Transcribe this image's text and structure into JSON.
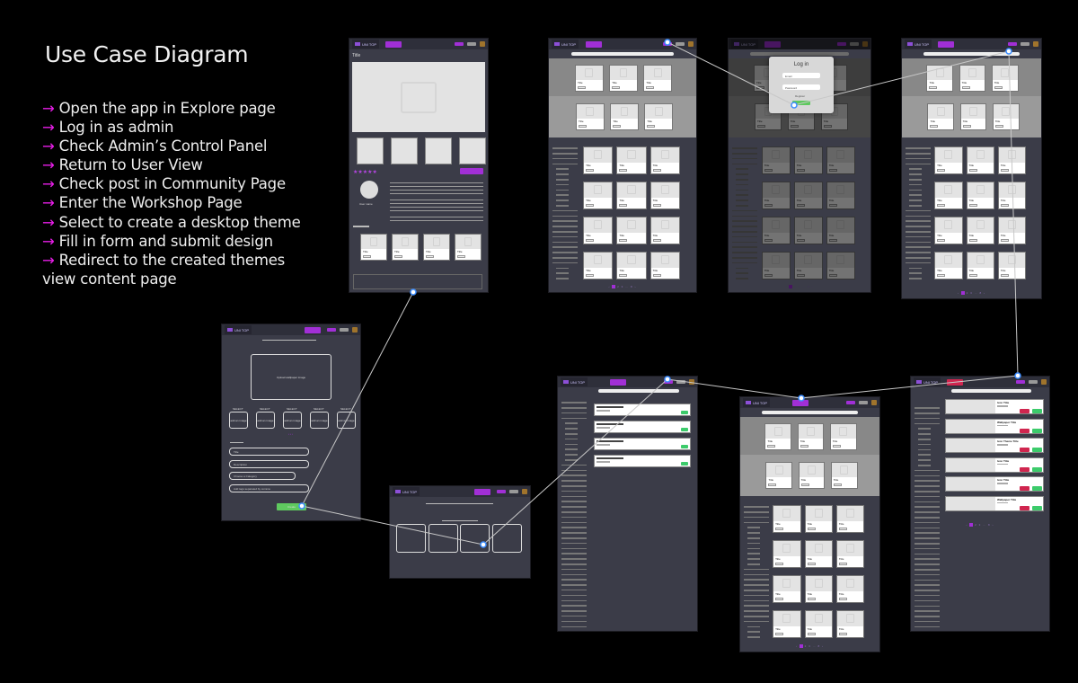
{
  "heading": "Use Case Diagram",
  "steps": [
    "Open the app in Explore page",
    "Log in as admin",
    "Check Admin’s Control Panel",
    "Return to User View",
    "Check post in Community Page",
    "Enter the Workshop Page",
    "Select to create a desktop theme",
    "Fill in form and submit design",
    "Redirect to the created themes view content page"
  ],
  "step_arrow": "→",
  "app": {
    "brand": "UNI TOP",
    "card_title": "Title"
  },
  "detail": {
    "title": "Title",
    "user_name": "User name"
  },
  "login": {
    "title": "Log in",
    "email": "Email",
    "password": "Password",
    "register": "Register"
  },
  "create": {
    "upload": "Upload wallpaper image",
    "slot_label": "SELECT",
    "add_image": "add an image",
    "title_placeholder": "Title",
    "description_placeholder": "Description",
    "category": "Choose a Category",
    "tags_placeholder": "Add tags separated by comma",
    "submit": "Create"
  },
  "admin": {
    "rows": [
      "Icon Title",
      "Wallpaper Title",
      "Icon Theme Title",
      "Icon Title",
      "Icon Title",
      "Wallpaper Title"
    ]
  },
  "colors": {
    "accent": "#a12fd6",
    "arrow": "#e81ee8",
    "approve": "#3ccb6b",
    "deny": "#d0264f",
    "link_node": "#3b8cff"
  }
}
